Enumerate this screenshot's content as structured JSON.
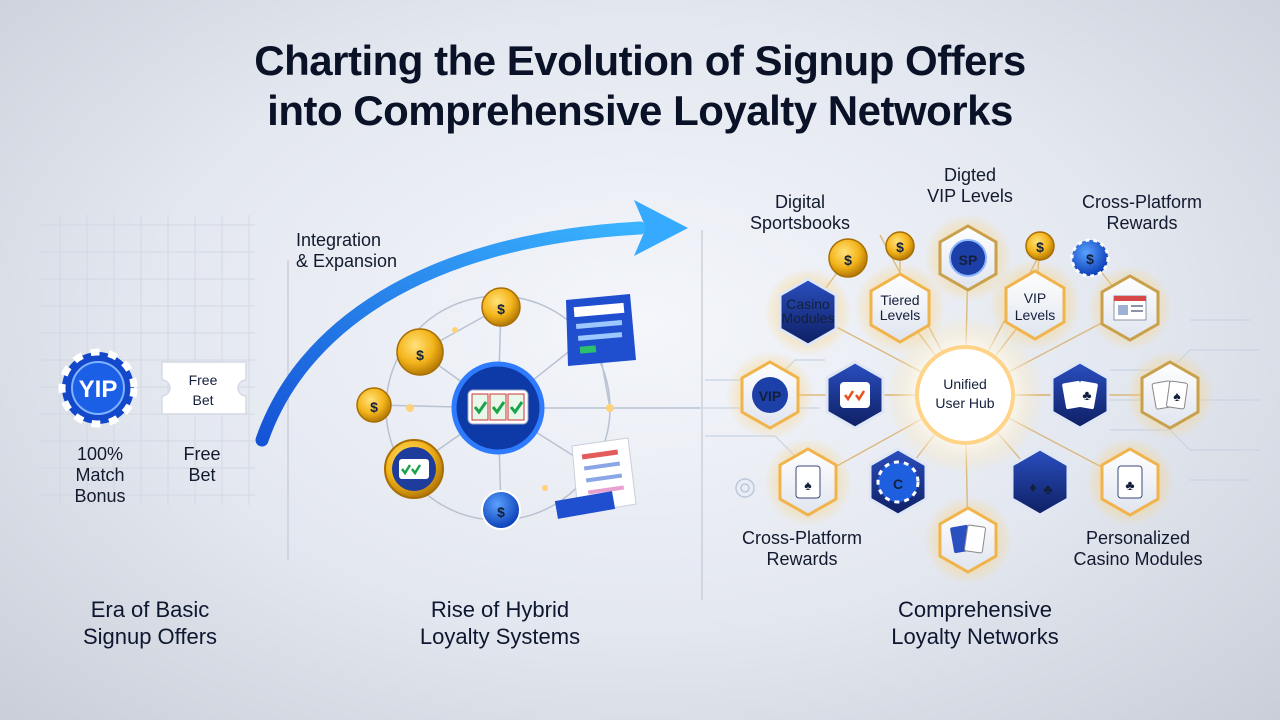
{
  "title": {
    "line1": "Charting the Evolution of Signup Offers",
    "line2": "into Comprehensive Loyalty Networks"
  },
  "arrow_label": {
    "line1": "Integration",
    "line2": "& Expansion"
  },
  "stage1": {
    "chip_text": "YIP",
    "ticket_line1": "Free",
    "ticket_line2": "Bet",
    "chip_label": {
      "line1": "100%",
      "line2": "Match",
      "line3": "Bonus"
    },
    "ticket_label": {
      "line1": "Free",
      "line2": "Bet"
    },
    "era": {
      "line1": "Era of Basic",
      "line2": "Signup Offers"
    }
  },
  "stage2": {
    "coin_symbol": "$",
    "era": {
      "line1": "Rise of Hybrid",
      "line2": "Loyalty Systems"
    }
  },
  "stage3": {
    "hub": {
      "line1": "Unified",
      "line2": "User Hub"
    },
    "labels": {
      "digital_sportsbooks": {
        "line1": "Digital",
        "line2": "Sportsbooks"
      },
      "digited_vip": {
        "line1": "Digted",
        "line2": "VIP Levels"
      },
      "cross_platform_top": {
        "line1": "Cross-Platform",
        "line2": "Rewards"
      },
      "cross_platform_bottom": {
        "line1": "Cross-Platform",
        "line2": "Rewards"
      },
      "personalized": {
        "line1": "Personalized",
        "line2": "Casino Modules"
      }
    },
    "nodes": {
      "casino_modules": {
        "line1": "Casino",
        "line2": "Modules"
      },
      "tiered_levels": {
        "line1": "Tiered",
        "line2": "Levels"
      },
      "sp": "SP",
      "vip_levels": {
        "line1": "VIP",
        "line2": "Levels"
      },
      "vip_left": "VIP"
    },
    "era": {
      "line1": "Comprehensive",
      "line2": "Loyalty Networks"
    }
  },
  "colors": {
    "accent_blue": "#1e6ff2",
    "navy": "#14286e",
    "gold": "#f4b41a",
    "glow": "#ffcf6a"
  }
}
